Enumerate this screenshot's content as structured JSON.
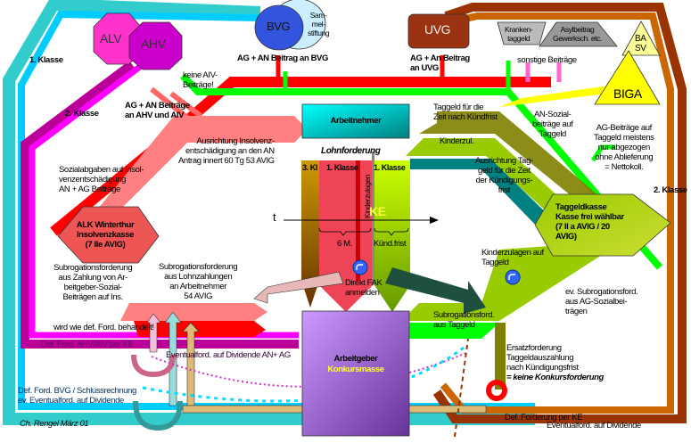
{
  "title": "Insolvenz-Forderungen Flussdiagramm",
  "author_credit": "Ch. Rengel März 01",
  "institutions": {
    "alv": "ALV",
    "ahv": "AHV",
    "bvg": "BVG",
    "sammelstiftung": [
      "Sam-",
      "mel-",
      "stiftung"
    ],
    "uvg": "UVG",
    "krankentaggeld": [
      "Kranken-",
      "taggeld"
    ],
    "asylbeitrag": [
      "Asylbeitrag",
      "Gewerksch. etc."
    ],
    "ba_sv": [
      "BA",
      "SV"
    ],
    "biga": "BIGA",
    "arbeitnehmer": "Arbeitnehmer",
    "arbeitgeber": "Arbeitgeber",
    "konkursmasse": "Konkursmasse",
    "alk": [
      "ALK Winterthur",
      "Insolvenzkasse",
      "(7 lle AVIG)"
    ],
    "taggeldkasse": [
      "Taggeldkasse",
      "Kasse frei wählbar",
      "(7 ll a AVIG / 20",
      "AVIG)"
    ]
  },
  "class_labels": {
    "klasse1_left": "1. Klasse",
    "klasse2_left": "2. Klasse",
    "klasse2_right": "2. Klasse"
  },
  "flow_labels": {
    "ag_an_ahv": [
      "AG + AN Beiträge",
      "an AHV und AIV"
    ],
    "ag_an_bvg": "AG + AN Beitrag an BVG",
    "ag_an_uvg": [
      "AG + An Beitrag",
      "an UVG"
    ],
    "keine_alv": [
      "keine AIV-",
      "Beiträge!"
    ],
    "sonstige": "sonstige Beiträge",
    "ausrichtung_insolvenz": [
      "Ausrichtung Insolvenz-",
      "entschädigung an den AN",
      "Antrag innert 60 Tg 53 AVIG"
    ],
    "sozialabgaben": [
      "Sozialabgaben auf Insol-",
      "venzentschädigung",
      "AN + AG Beiträge"
    ],
    "taggeld_nach": [
      "Taggeld für die",
      "Zeit nach Kündfrist"
    ],
    "kinderzul": "Kinderzul.",
    "ausrichtung_taggeld": [
      "Ausrichtung Tag-",
      "geld für die Zeit",
      "der Kündigungs-",
      "frist"
    ],
    "an_sozial": [
      "AN-Sozial-",
      "beiträge auf",
      "Taggeld"
    ],
    "ag_beitraege": [
      "AG-Beiträge auf",
      "Taggeld meistens",
      "nur abgezogen",
      "ohne Ablieferung",
      "= Nettokoll."
    ],
    "subrog_ag": [
      "Subrogationsforderung",
      "aus Zahlung von Ar-",
      "beitgeber-Sozial-",
      "Beiträgen auf Ins."
    ],
    "subrog_lohn": [
      "Subrogationsforderung",
      "aus Lohnzahlungen",
      "an Arbeitnehmer",
      "54 AVIG"
    ],
    "wird_wie": "wird wie def. Ford. behandelt!",
    "def_ahv": "Def. Ford. AHV/AIV per KE",
    "eventual_an_ag": "Eventualford. auf Dividende AN+ AG",
    "def_bvg": [
      "Def. Ford. BVG / Schlussrechnung",
      "ev. Eventualford. auf Dividende"
    ],
    "kinderzulagen_taggeld": [
      "Kinderzulagen auf",
      "Taggeld"
    ],
    "direkt_fak": [
      "Direkt FAK",
      "anmelden"
    ],
    "subrog_taggeld": [
      "Subrogationsford.",
      "aus Taggeld"
    ],
    "ev_subrog": [
      "ev. Subrogationsford.",
      "aus AG-Sozialbei-",
      "trägen"
    ],
    "ersatz": [
      "Ersatzforderung",
      "Taggeldauszahlung",
      "nach Kündigungsfrist",
      "= keine Konkursforderung"
    ],
    "def_forderung_ke": "Def. Forderung per KE",
    "eventual_right": "Eventualford. auf Dividende"
  },
  "lohnforderung": {
    "title": "Lohnforderung",
    "col_3kl": "3. Kl",
    "col_1kl_a": "1. Klasse",
    "col_1kl_b": "1. Klasse",
    "kinderzulagen": "Kinderzulagen",
    "ke": "KE",
    "t_axis": "t",
    "six_months": "6 M.",
    "kuend_frist": "Künd.frist"
  },
  "colors": {
    "cyan": "#33ccdd",
    "cyan_light": "#00ccff",
    "magenta": "#cc00cc",
    "pink": "#ff33ff",
    "red": "#ff0000",
    "salmon": "#ff8080",
    "green": "#00ff00",
    "olive": "#808000",
    "lime": "#99cc00",
    "brown": "#993300",
    "orange_brown": "#cc6600",
    "teal": "#008080",
    "purple": "#9966cc",
    "yellow": "#ffff00"
  }
}
